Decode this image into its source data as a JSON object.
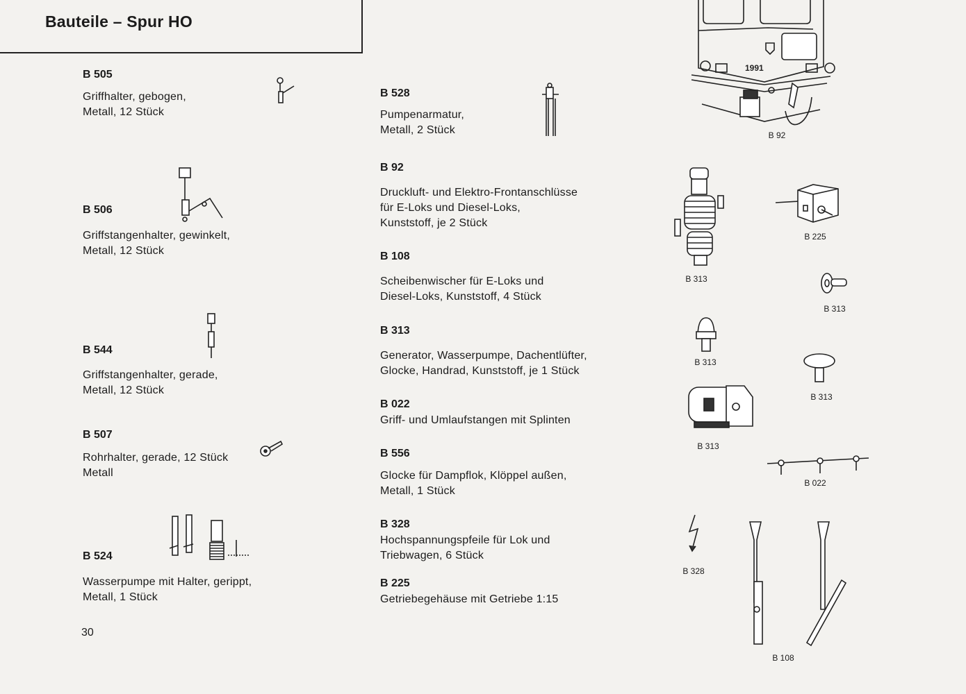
{
  "header": {
    "title": "Bauteile – Spur HO"
  },
  "page_number": "30",
  "left_items": [
    {
      "code": "B 505",
      "lines": [
        "Griffhalter, gebogen,",
        "Metall, 12 Stück"
      ]
    },
    {
      "code": "B 506",
      "lines": [
        "Griffstangenhalter, gewinkelt,",
        "Metall, 12 Stück"
      ]
    },
    {
      "code": "B 544",
      "lines": [
        "Griffstangenhalter, gerade,",
        "Metall, 12 Stück"
      ]
    },
    {
      "code": "B 507",
      "lines": [
        "Rohrhalter, gerade, 12 Stück",
        "Metall"
      ]
    },
    {
      "code": "B 524",
      "lines": [
        "Wasserpumpe mit Halter, gerippt,",
        "Metall, 1 Stück"
      ]
    }
  ],
  "middle_items": [
    {
      "code": "B 528",
      "lines": [
        "Pumpenarmatur,",
        "Metall, 2 Stück"
      ]
    },
    {
      "code": "B 92",
      "lines": [
        "Druckluft- und Elektro-Frontanschlüsse",
        "für E-Loks und Diesel-Loks,",
        "Kunststoff, je 2 Stück"
      ]
    },
    {
      "code": "B 108",
      "lines": [
        "Scheibenwischer für E-Loks und",
        "Diesel-Loks, Kunststoff, 4 Stück"
      ]
    },
    {
      "code": "B 313",
      "lines": [
        "Generator, Wasserpumpe, Dachentlüfter,",
        "Glocke, Handrad, Kunststoff, je 1 Stück"
      ]
    },
    {
      "code": "B 022",
      "lines": [
        "Griff- und Umlaufstangen mit Splinten"
      ]
    },
    {
      "code": "B 556",
      "lines": [
        "Glocke für Dampflok, Klöppel außen,",
        "Metall, 1 Stück"
      ]
    },
    {
      "code": "B 328",
      "lines": [
        "Hochspannungspfeile für Lok und",
        "Triebwagen, 6 Stück"
      ]
    },
    {
      "code": "B 225",
      "lines": [
        "Getriebegehäuse mit Getriebe 1:15"
      ]
    }
  ],
  "figure_labels": [
    "B 92",
    "B 313",
    "B 225",
    "B 313",
    "B 313",
    "B 313",
    "B 313",
    "B 022",
    "B 328",
    "B 108"
  ],
  "loco_number": "1991"
}
